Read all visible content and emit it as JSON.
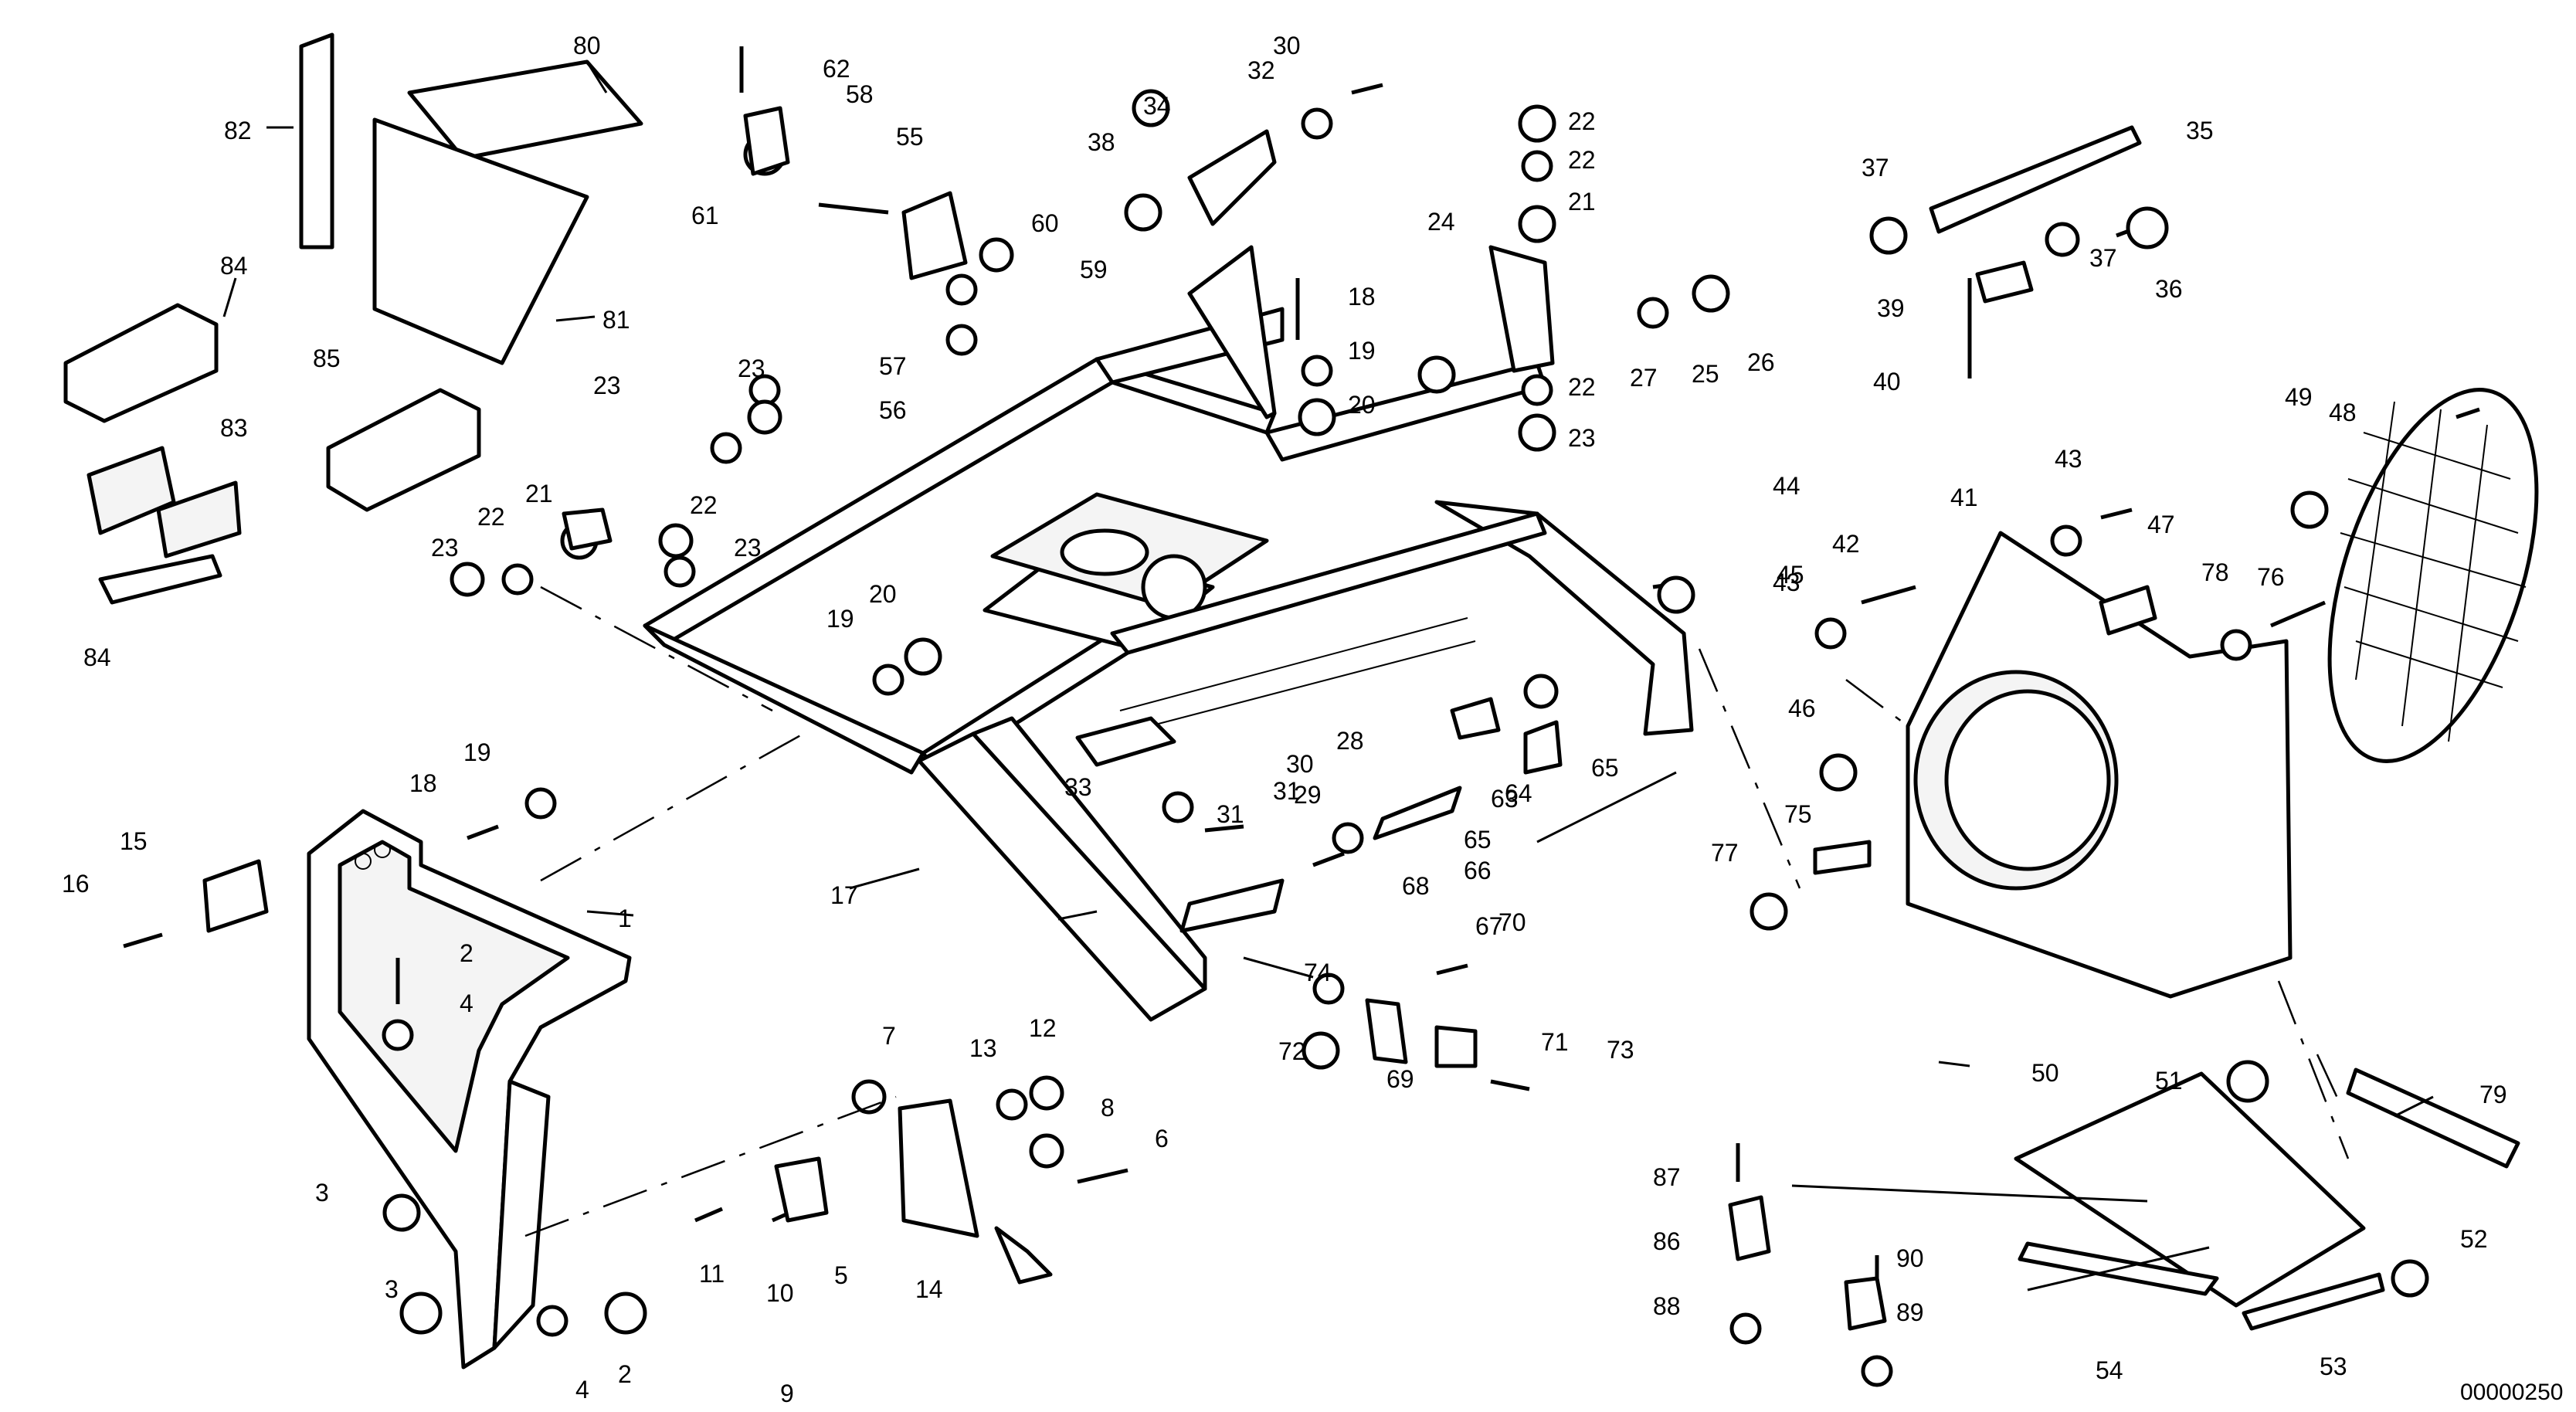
{
  "drawing_code": "00000250",
  "callouts": [
    {
      "n": "1"
    },
    {
      "n": "2"
    },
    {
      "n": "2"
    },
    {
      "n": "3"
    },
    {
      "n": "3"
    },
    {
      "n": "4"
    },
    {
      "n": "4"
    },
    {
      "n": "5"
    },
    {
      "n": "6"
    },
    {
      "n": "7"
    },
    {
      "n": "8"
    },
    {
      "n": "9"
    },
    {
      "n": "10"
    },
    {
      "n": "11"
    },
    {
      "n": "12"
    },
    {
      "n": "13"
    },
    {
      "n": "14"
    },
    {
      "n": "15"
    },
    {
      "n": "16"
    },
    {
      "n": "17"
    },
    {
      "n": "18"
    },
    {
      "n": "18"
    },
    {
      "n": "19"
    },
    {
      "n": "19"
    },
    {
      "n": "19"
    },
    {
      "n": "20"
    },
    {
      "n": "20"
    },
    {
      "n": "21"
    },
    {
      "n": "21"
    },
    {
      "n": "22"
    },
    {
      "n": "22"
    },
    {
      "n": "22"
    },
    {
      "n": "22"
    },
    {
      "n": "22"
    },
    {
      "n": "23"
    },
    {
      "n": "23"
    },
    {
      "n": "23"
    },
    {
      "n": "23"
    },
    {
      "n": "23"
    },
    {
      "n": "24"
    },
    {
      "n": "25"
    },
    {
      "n": "26"
    },
    {
      "n": "27"
    },
    {
      "n": "28"
    },
    {
      "n": "29"
    },
    {
      "n": "30"
    },
    {
      "n": "30"
    },
    {
      "n": "31"
    },
    {
      "n": "31"
    },
    {
      "n": "32"
    },
    {
      "n": "33"
    },
    {
      "n": "34"
    },
    {
      "n": "35"
    },
    {
      "n": "36"
    },
    {
      "n": "37"
    },
    {
      "n": "37"
    },
    {
      "n": "38"
    },
    {
      "n": "39"
    },
    {
      "n": "40"
    },
    {
      "n": "41"
    },
    {
      "n": "42"
    },
    {
      "n": "43"
    },
    {
      "n": "43"
    },
    {
      "n": "44"
    },
    {
      "n": "45"
    },
    {
      "n": "46"
    },
    {
      "n": "47"
    },
    {
      "n": "48"
    },
    {
      "n": "49"
    },
    {
      "n": "50"
    },
    {
      "n": "51"
    },
    {
      "n": "52"
    },
    {
      "n": "53"
    },
    {
      "n": "54"
    },
    {
      "n": "55"
    },
    {
      "n": "56"
    },
    {
      "n": "57"
    },
    {
      "n": "58"
    },
    {
      "n": "59"
    },
    {
      "n": "60"
    },
    {
      "n": "61"
    },
    {
      "n": "62"
    },
    {
      "n": "63"
    },
    {
      "n": "64"
    },
    {
      "n": "65"
    },
    {
      "n": "65"
    },
    {
      "n": "66"
    },
    {
      "n": "67"
    },
    {
      "n": "68"
    },
    {
      "n": "69"
    },
    {
      "n": "70"
    },
    {
      "n": "71"
    },
    {
      "n": "72"
    },
    {
      "n": "73"
    },
    {
      "n": "74"
    },
    {
      "n": "75"
    },
    {
      "n": "76"
    },
    {
      "n": "77"
    },
    {
      "n": "78"
    },
    {
      "n": "79"
    },
    {
      "n": "80"
    },
    {
      "n": "81"
    },
    {
      "n": "82"
    },
    {
      "n": "83"
    },
    {
      "n": "84"
    },
    {
      "n": "84"
    },
    {
      "n": "85"
    },
    {
      "n": "86"
    },
    {
      "n": "87"
    },
    {
      "n": "88"
    },
    {
      "n": "89"
    },
    {
      "n": "90"
    }
  ]
}
